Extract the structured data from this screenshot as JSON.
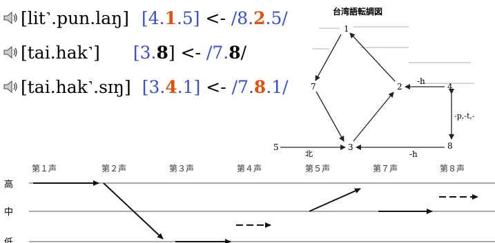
{
  "examples": [
    {
      "ipa": "[lit˺.pun.laŋ]",
      "tones_left_a": "[4.",
      "tones_left_b": "1",
      "tones_left_c": ".5]",
      "arrow": " <- ",
      "tones_right_a": "/8.",
      "tones_right_b": "2",
      "tones_right_c": ".5/"
    },
    {
      "ipa": "[tai.hak˺]",
      "tones_left_a": "[3.",
      "tones_left_b": "8",
      "tones_left_c": "]",
      "arrow": " <- ",
      "tones_right_a": "/7.",
      "tones_right_b": "8",
      "tones_right_c": "/"
    },
    {
      "ipa": "[tai.hak˺.sɪŋ]",
      "tones_left_a": "[3.",
      "tones_left_b": "4",
      "tones_left_c": ".1]",
      "arrow": " <- ",
      "tones_right_a": "/7.",
      "tones_right_b": "8",
      "tones_right_c": ".1/"
    }
  ],
  "diagram": {
    "title": "台湾語転調図",
    "nodes": [
      "1",
      "2",
      "3",
      "4",
      "5",
      "7",
      "8"
    ],
    "edge_labels": {
      "h1": "-h",
      "h2": "-h",
      "north": "北",
      "ptk": "-p,-t,-"
    }
  },
  "contour": {
    "tones": [
      "第１声",
      "第２声",
      "第３声",
      "第４声",
      "第５声",
      "第７声",
      "第８声"
    ],
    "levels": [
      "高",
      "中",
      "低"
    ]
  },
  "colors": {
    "blue": "#3a4fc4",
    "red": "#e05010"
  }
}
